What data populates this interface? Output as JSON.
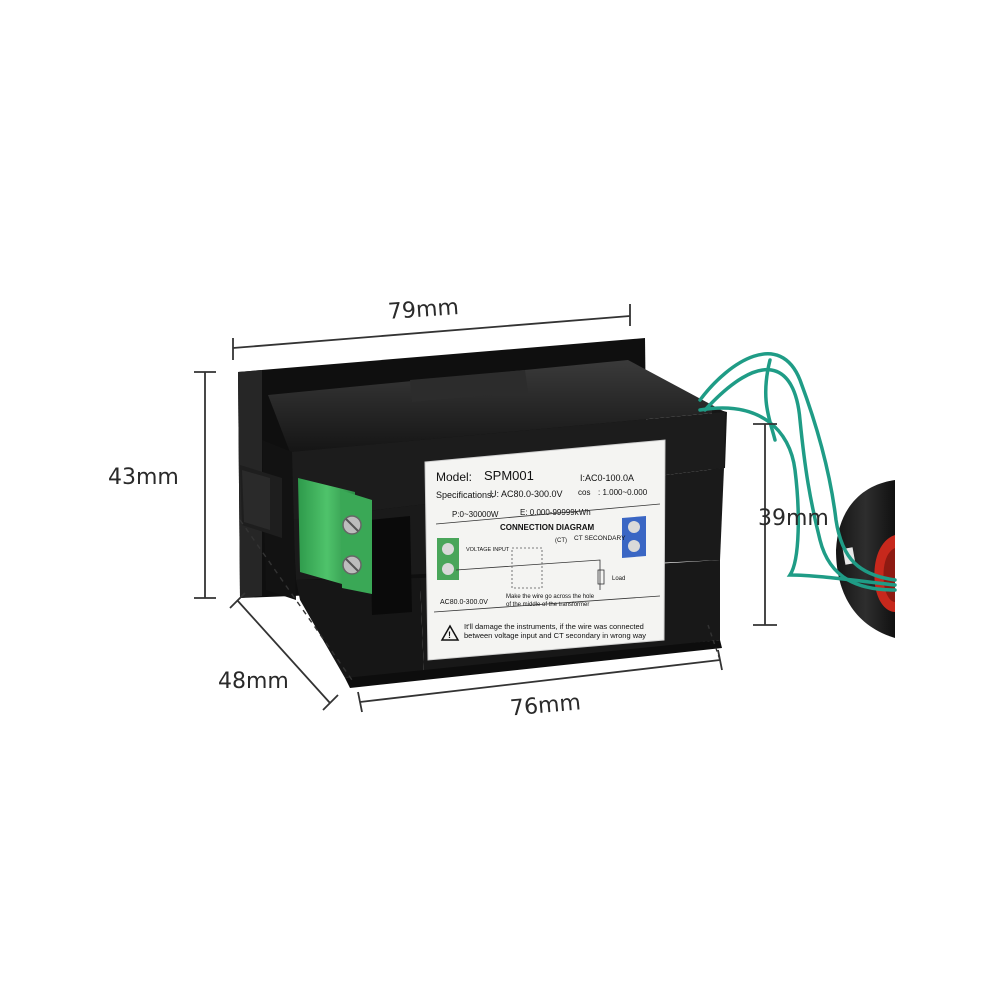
{
  "dimensions": {
    "width_top": "79mm",
    "height_left": "43mm",
    "height_right": "39mm",
    "depth": "48mm",
    "width_bottom": "76mm"
  },
  "label": {
    "model_prefix": "Model:",
    "model": "SPM001",
    "spec_prefix": "Specifications:",
    "voltage": "U: AC80.0-300.0V",
    "current": "I:AC0-100.0A",
    "power": "P:0~30000W",
    "energy": "E: 0.000-99999kWh",
    "cos_label": "cos",
    "cos_value": ": 1.000~0.000",
    "diagram_title": "CONNECTION DIAGRAM",
    "voltage_input": "VOLTAGE INPUT",
    "ct": "(CT)",
    "ct_secondary": "CT SECONDARY",
    "wire_note_1": "Make the wire go across the hole",
    "wire_note_2": "of the middle of the transformer",
    "load": "Load",
    "ac_range": "AC80.0-300.0V",
    "warning_1": "It'll damage the instruments, if the wire was connected",
    "warning_2": "between voltage input and CT secondary in wrong way"
  },
  "colors": {
    "body": "#1b1b1b",
    "terminal_green": "#3fae5a",
    "terminal_blue": "#3a66c4",
    "wire": "#1f9c86",
    "coil_red": "#c7281c"
  }
}
